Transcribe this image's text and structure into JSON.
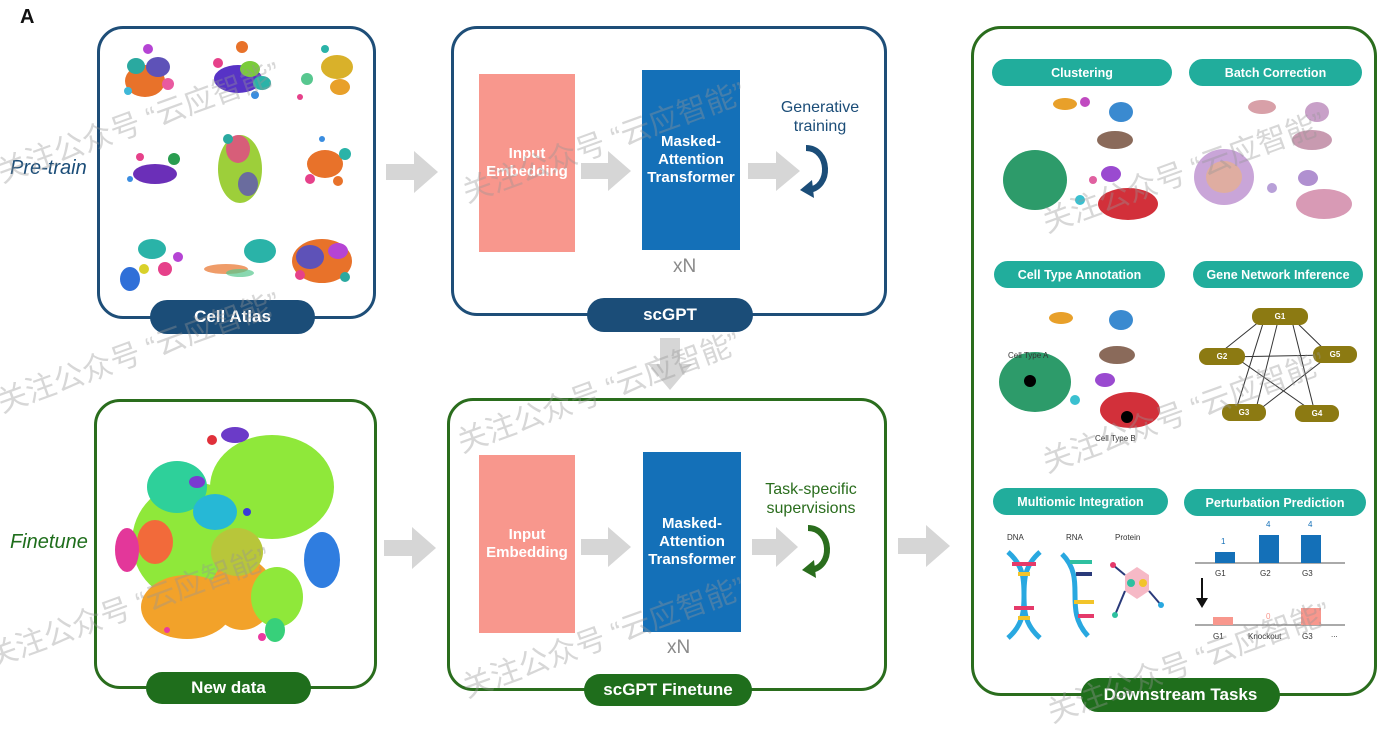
{
  "panel_label": "A",
  "rows": {
    "pretrain_label": "Pre-train",
    "finetune_label": "Finetune"
  },
  "colors": {
    "dark_blue": "#1b4d78",
    "dark_green": "#1f6e1c",
    "salmon": "#f8978d",
    "model_blue": "#1470b8",
    "teal": "#21ad9c",
    "arrow_gray": "#d6d6d6"
  },
  "pretrain": {
    "cell_atlas_label": "Cell Atlas",
    "scgpt_label": "scGPT",
    "input_embedding": "Input Embedding",
    "transformer": "Masked-Attention Transformer",
    "repeat": "xN",
    "objective": "Generative training"
  },
  "finetune": {
    "new_data_label": "New data",
    "scgpt_finetune_label": "scGPT Finetune",
    "input_embedding": "Input Embedding",
    "transformer": "Masked-Attention Transformer",
    "repeat": "xN",
    "objective": "Task-specific supervisions"
  },
  "downstream": {
    "title": "Downstream Tasks",
    "tasks": [
      "Clustering",
      "Batch Correction",
      "Cell Type Annotation",
      "Gene Network Inference",
      "Multiomic Integration",
      "Perturbation Prediction"
    ],
    "annotation": {
      "cell_type_a": "Cell Type A",
      "cell_type_b": "Cell Type B"
    },
    "gene_nodes": [
      "G1",
      "G2",
      "G5",
      "G3",
      "G4"
    ],
    "omics": [
      "DNA",
      "RNA",
      "Protein"
    ],
    "perturbation": {
      "top_values": [
        "1",
        "4",
        "4"
      ],
      "top_genes": [
        "G1",
        "G2",
        "G3"
      ],
      "bottom_values": [
        "0"
      ],
      "bottom_genes": [
        "G1",
        "Knockout",
        "G3",
        "..."
      ]
    }
  },
  "watermark": "关注公众号 “云应智能”"
}
